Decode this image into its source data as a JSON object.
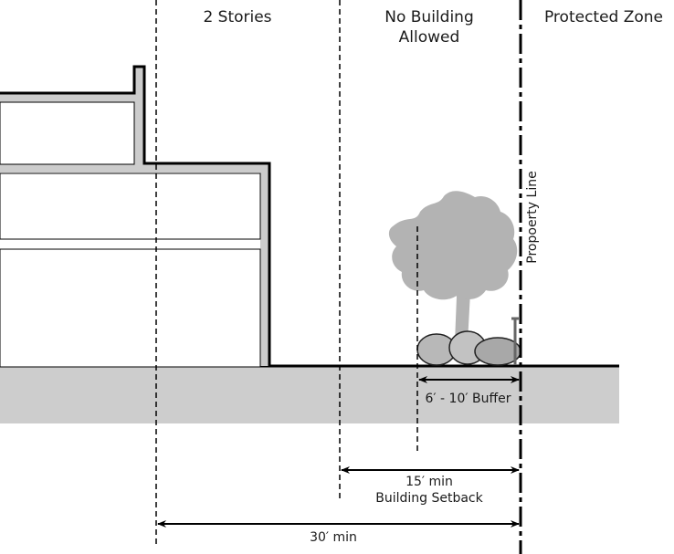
{
  "zones": [
    {
      "name": "2 Stories"
    },
    {
      "name": "No Building",
      "line2": "Allowed"
    },
    {
      "name": "Protected Zone"
    }
  ],
  "property_line_label": "Propoerty Line",
  "dimensions": {
    "buffer": "6′ - 10′ Buffer",
    "setback_value": "15′ min",
    "setback_label": "Building Setback",
    "height_line": "30′ min"
  },
  "colors": {
    "wall_fill": "#cccccc",
    "ground": "#cdcdcd",
    "tree": "#b3b3b3",
    "shrub": "#b5b5b5",
    "line": "#000000"
  }
}
